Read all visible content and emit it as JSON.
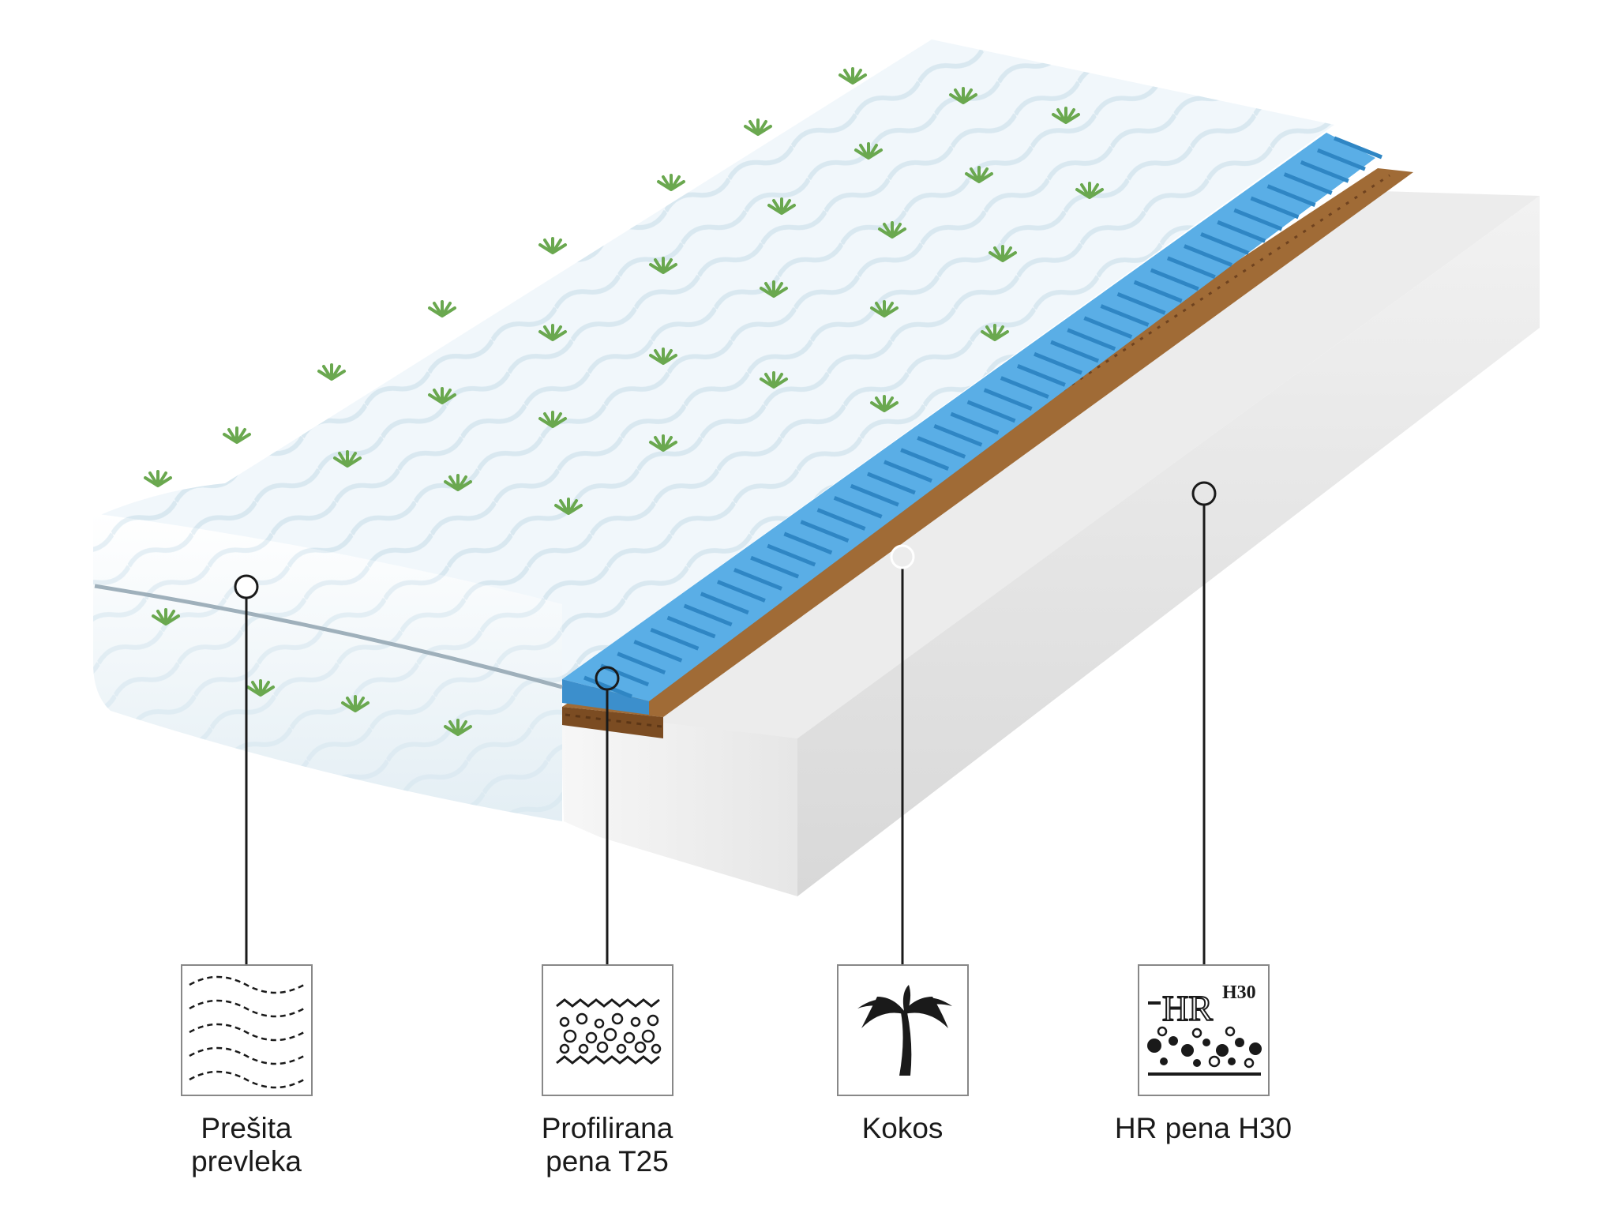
{
  "layers": [
    {
      "id": "cover",
      "line1": "Prešita",
      "line2": "prevleka"
    },
    {
      "id": "profiled-foam",
      "line1": "Profilirana",
      "line2": "pena T25"
    },
    {
      "id": "coconut",
      "line1": "Kokos",
      "line2": ""
    },
    {
      "id": "hr-foam",
      "line1": "HR pena H30",
      "line2": ""
    }
  ],
  "icons": {
    "cover": "quilted-waves-icon",
    "profiled-foam": "foam-bubbles-icon",
    "coconut": "palm-tree-icon",
    "hr-foam": "hr-foam-icon",
    "hr_text": "HR",
    "hr_grade": "H30"
  },
  "colors": {
    "cover": "#eef6fb",
    "cover_shade": "#dbe9f1",
    "palm_print": "#6aa84f",
    "profiled_foam": "#4fa3dd",
    "profiled_foam_dark": "#2f86c4",
    "coconut": "#8a5a2b",
    "hr_foam": "#eeeeee",
    "hr_foam_side": "#dcdcdc",
    "line": "#1a1a1a"
  }
}
